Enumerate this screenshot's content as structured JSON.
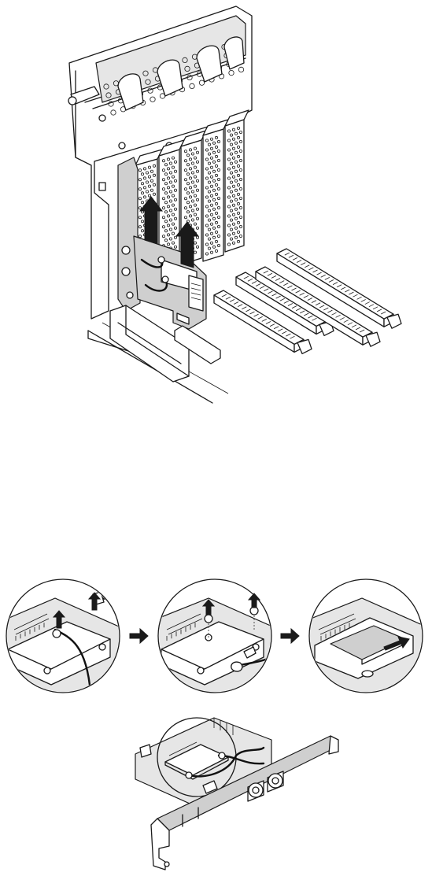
{
  "figure": {
    "panels": [
      "main-assembly",
      "step-1-detail",
      "step-2-detail",
      "step-3-detail",
      "card-location"
    ],
    "arrow_icons": [
      "arrow-right-icon",
      "arrow-right-icon"
    ],
    "line_color": "#1a1a1a",
    "shade_color": "#cfcfcf"
  }
}
